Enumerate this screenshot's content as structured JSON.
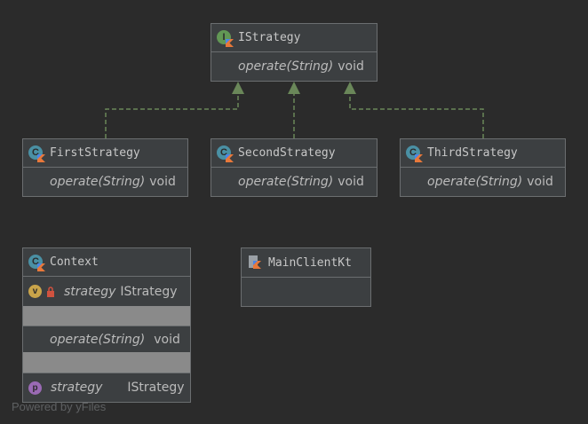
{
  "istrategy": {
    "name": "IStrategy",
    "method": "operate(String)",
    "ret": "void"
  },
  "first": {
    "name": "FirstStrategy",
    "method": "operate(String)",
    "ret": "void"
  },
  "second": {
    "name": "SecondStrategy",
    "method": "operate(String)",
    "ret": "void"
  },
  "third": {
    "name": "ThirdStrategy",
    "method": "operate(String)",
    "ret": "void"
  },
  "context": {
    "name": "Context",
    "field_name": "strategy",
    "field_type": "IStrategy",
    "method": "operate(String)",
    "method_ret": "void",
    "prop_name": "strategy",
    "prop_type": "IStrategy",
    "field_badge": "v",
    "prop_badge": "p"
  },
  "mainclient": {
    "name": "MainClientKt"
  },
  "footer": "Powered by yFiles",
  "colors": {
    "background": "#2b2b2b",
    "node": "#3c3f41",
    "edge": "#6a8759",
    "interface_icon": "#629755",
    "class_icon": "#4a90a4"
  }
}
